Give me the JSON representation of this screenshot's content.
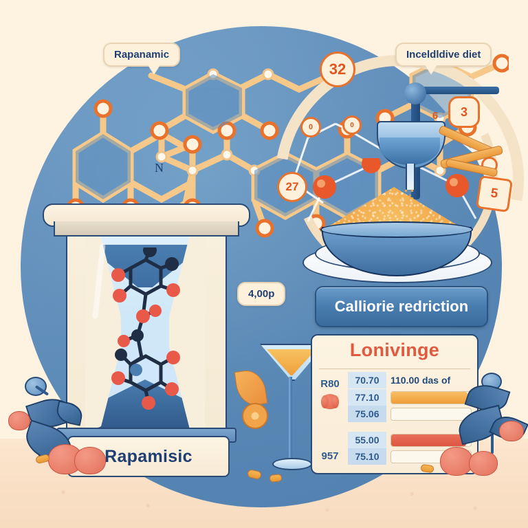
{
  "poster": {
    "background_color": "#fdf3e0",
    "circle_color": "#5e8fbe",
    "accent_orange": "#e8722c",
    "accent_red": "#e05a3f",
    "accent_blue": "#1f3f72"
  },
  "callouts": {
    "molecule_label": "Rapanamic",
    "diet_label": "Inceldldive diet",
    "dose_label": "4,00p"
  },
  "gauge": {
    "nodes": [
      {
        "id": "node-32",
        "value": "32"
      },
      {
        "id": "node-0a",
        "value": "0"
      },
      {
        "id": "node-27",
        "value": "27"
      },
      {
        "id": "node-0b",
        "value": "0"
      },
      {
        "id": "node-3",
        "value": "3"
      },
      {
        "id": "node-6",
        "value": "6"
      },
      {
        "id": "node-5",
        "value": "5"
      }
    ]
  },
  "hourglass": {
    "base_label": "Rapamisic"
  },
  "buttons": {
    "calorie_reduction": "Calliorie redriction"
  },
  "chart_data": {
    "type": "bar",
    "title": "Lonivinge",
    "xlabel": "",
    "ylabel": "",
    "column_header": "110.00 das of",
    "axis_labels": [
      "R80",
      "957"
    ],
    "axis_icon": "kidney-icon",
    "categories": [
      "70.70",
      "77.10",
      "75.06",
      "55.00",
      "75.10"
    ],
    "values": [
      0,
      77.1,
      0,
      55.0,
      0
    ],
    "bars": [
      {
        "label": "70.70",
        "value": 0,
        "filled": false,
        "color": "#f3a847"
      },
      {
        "label": "77.10",
        "value": 77.1,
        "filled": true,
        "color": "#f3a847"
      },
      {
        "label": "75.06",
        "value": 0,
        "filled": false,
        "color": "#f3a847"
      },
      {
        "label": "55.00",
        "value": 55.0,
        "filled": true,
        "color": "#e0614a"
      },
      {
        "label": "75.10",
        "value": 0,
        "filled": false,
        "color": "#e0614a"
      }
    ],
    "ylim": [
      0,
      110
    ],
    "grid": false,
    "legend": "none"
  }
}
